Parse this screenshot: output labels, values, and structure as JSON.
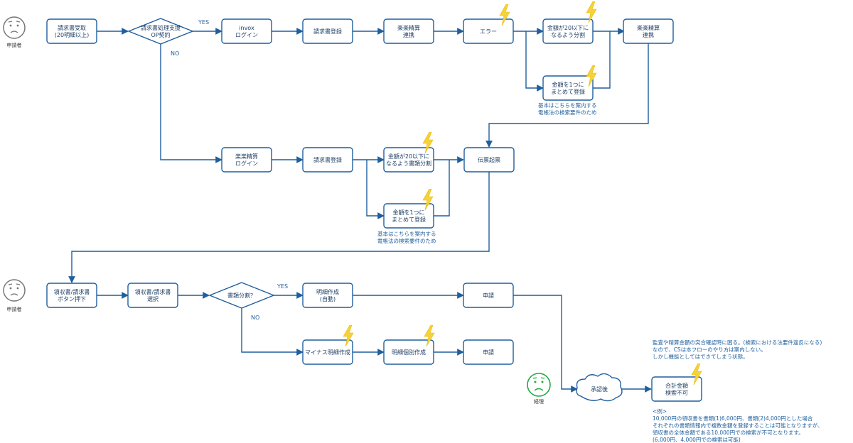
{
  "actors": {
    "applicant_top": "申請者",
    "applicant_bottom": "申請者",
    "accounting": "経理"
  },
  "nodes": {
    "receive": [
      "請求書受取",
      "(20明細以上)"
    ],
    "op_contract": [
      "請求書処理支援",
      "OP契約"
    ],
    "invox_login": [
      "invox",
      "ログイン"
    ],
    "invoice_reg_top": [
      "請求書登録"
    ],
    "rakuraku_link_1": [
      "楽楽精算",
      "連携"
    ],
    "error": [
      "エラー"
    ],
    "split_20_top": [
      "金額が20以下に",
      "なるよう分割"
    ],
    "rakuraku_link_2": [
      "楽楽精算",
      "連携"
    ],
    "combine_top": [
      "金額を1つに",
      "まとめて登録"
    ],
    "rakuraku_login": [
      "楽楽精算",
      "ログイン"
    ],
    "invoice_reg_mid": [
      "請求書登録"
    ],
    "split_20_mid": [
      "金額が20以下に",
      "なるよう書類分割"
    ],
    "voucher": [
      "伝票起票"
    ],
    "combine_mid": [
      "金額を1つに",
      "まとめて登録"
    ],
    "receipt_button": [
      "領収書/請求書",
      "ボタン押下"
    ],
    "receipt_select": [
      "領収書/請求書",
      "選択"
    ],
    "doc_split": [
      "書類分割？"
    ],
    "detail_auto": [
      "明細作成",
      "(自動)"
    ],
    "apply_top": [
      "申請"
    ],
    "minus_detail": [
      "マイナス明細作成"
    ],
    "detail_individual": [
      "明細個別作成"
    ],
    "apply_bottom": [
      "申請"
    ],
    "approved": [
      "承認後"
    ],
    "total_search": [
      "合計金額",
      "検索不可"
    ]
  },
  "edge_labels": {
    "yes_top": "YES",
    "no_top": "NO",
    "yes_bottom": "YES",
    "no_bottom": "NO"
  },
  "notes": {
    "note_top": [
      "基本はこちらを案内する",
      "電帳法の検索要件のため"
    ],
    "note_mid": [
      "基本はこちらを案内する",
      "電帳法の検索要件のため"
    ],
    "compliance": [
      "監査や精算金額の突合確認時に困る。(検索における法要件違反になる)",
      "なので、CSは本フローのやり方は案内しない。",
      "しかし機能としてはできてしまう状態。"
    ],
    "example": [
      "<例>",
      "10,000円の領収書を書類(1)6,000円、書類(2)4,000円とした場合",
      "それぞれの書類情報内で複数金額を登録することは可能となりますが、",
      "領収書の全体金額である10,000円での検索が不可となります。",
      "(6,000円、4,000円での検索は可能)"
    ]
  },
  "colors": {
    "line": "#1f5f9e",
    "actor_gray": "#777777",
    "actor_green": "#22aa44",
    "warning": "#f6d23a"
  },
  "icons": [
    "worried-face-icon",
    "lightning-warning-icon",
    "cloud-shape-icon"
  ]
}
